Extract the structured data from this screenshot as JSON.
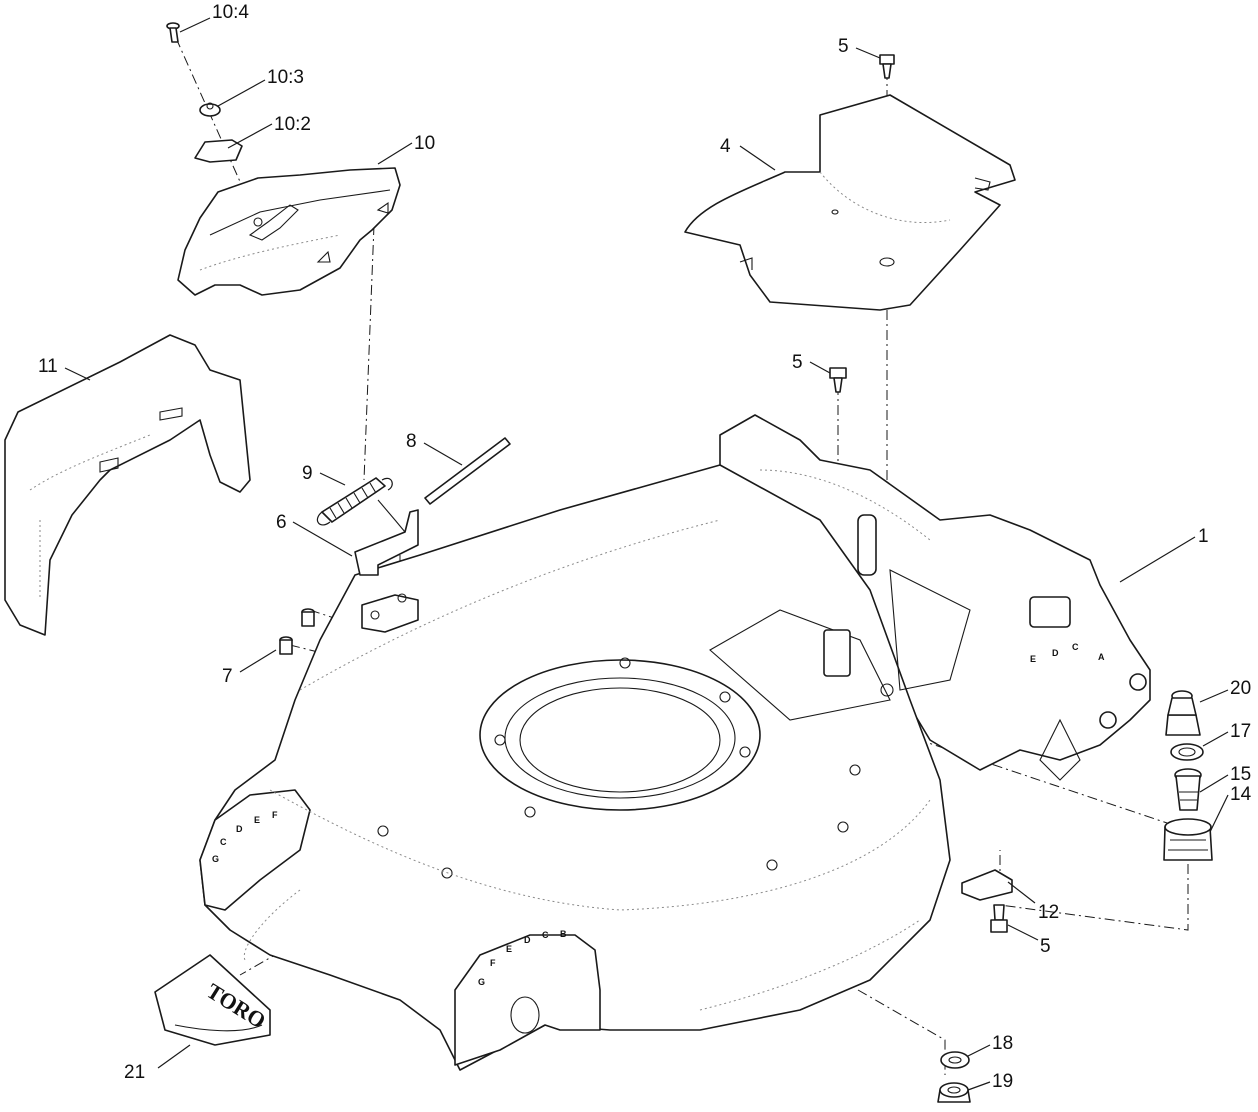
{
  "callouts": {
    "c10_4": "10:4",
    "c10_3": "10:3",
    "c10_2": "10:2",
    "c10": "10",
    "c11": "11",
    "c9": "9",
    "c8": "8",
    "c6": "6",
    "c7": "7",
    "c5_top": "5",
    "c4": "4",
    "c5_mid": "5",
    "c1": "1",
    "c20": "20",
    "c17": "17",
    "c15": "15",
    "c14": "14",
    "c12": "12",
    "c5_bot": "5",
    "c18": "18",
    "c19": "19",
    "c21": "21"
  },
  "height_scale": {
    "right": [
      "E",
      "D",
      "C",
      "A"
    ],
    "front_left": [
      "G",
      "C",
      "D",
      "E",
      "F"
    ],
    "front": [
      "G",
      "F",
      "E",
      "D",
      "C",
      "B"
    ]
  },
  "logo": "TORO",
  "colors": {
    "line": "#1a1a1a",
    "fill": "#ffffff"
  }
}
